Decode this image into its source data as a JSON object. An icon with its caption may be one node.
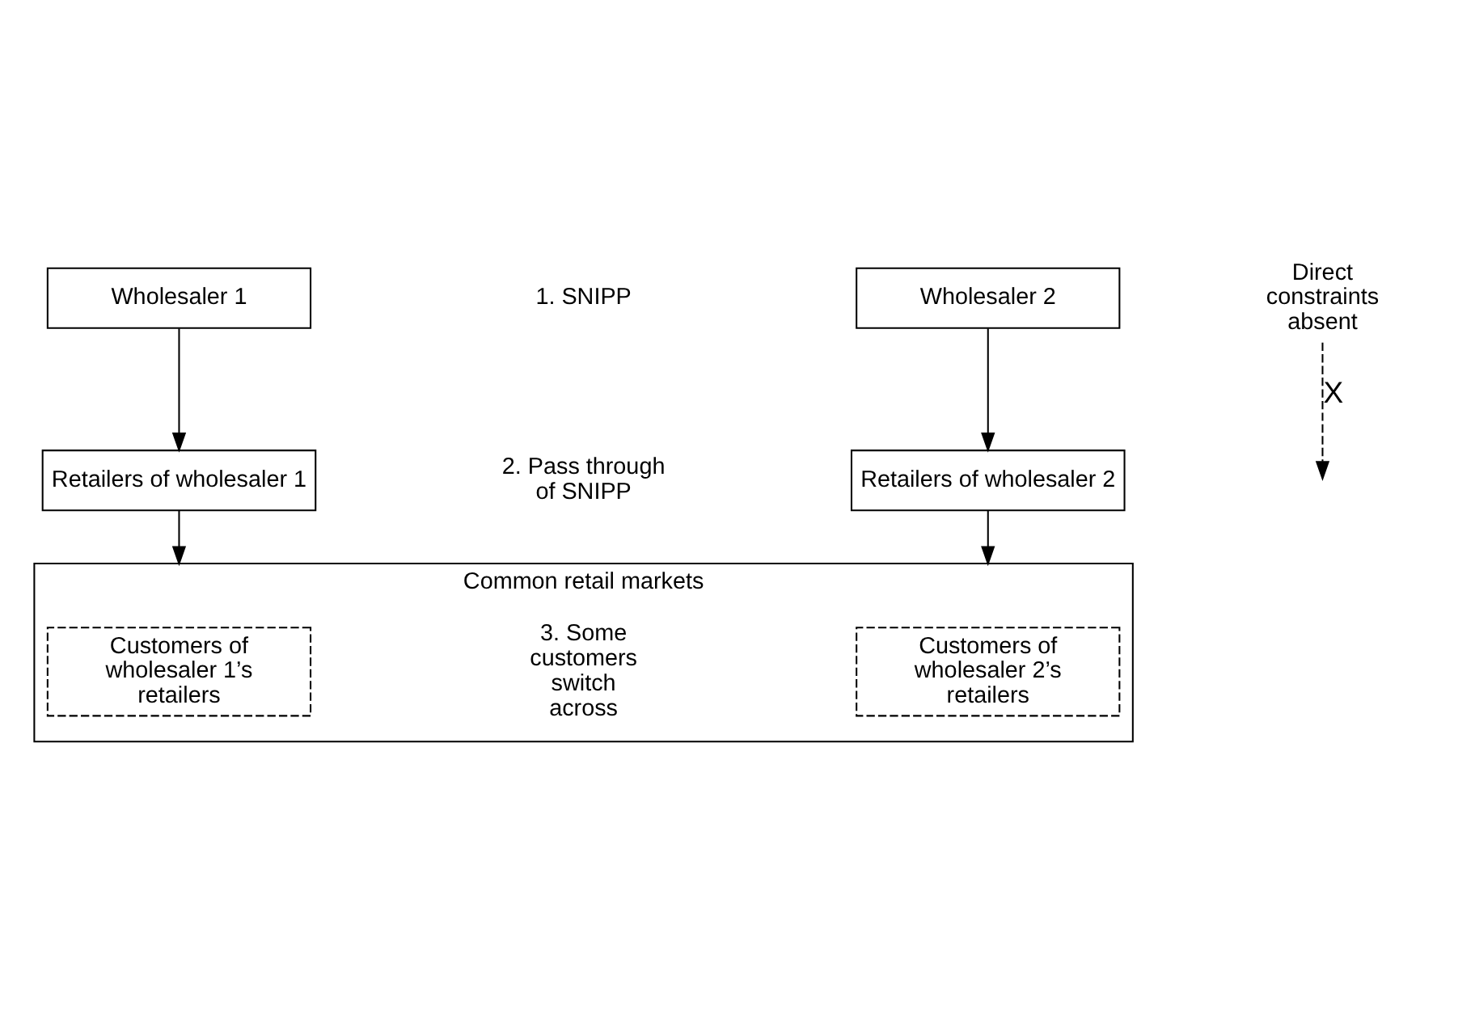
{
  "diagram": {
    "nodes": [
      {
        "text": [
          "Wholesaler 1"
        ]
      },
      {
        "text": [
          "Wholesaler 2"
        ]
      },
      {
        "text": [
          "Retailers of wholesaler 1"
        ]
      },
      {
        "text": [
          "Retailers of wholesaler 2"
        ]
      },
      {
        "text": [
          "Common retail markets"
        ]
      },
      {
        "text": [
          "Customers of wholesaler 1’s retailers"
        ],
        "in": 4
      },
      {
        "text": [
          "Customers of wholesaler 2’s retailers"
        ],
        "in": 4
      },
      {
        "text": [
          "Direct constraints absent"
        ]
      }
    ],
    "edges": [
      {
        "from": 0,
        "to": 2,
        "arrow": "to"
      },
      {
        "from": 1,
        "to": 3,
        "arrow": "to"
      },
      {
        "from": 2,
        "to": 4,
        "arrow": "to"
      },
      {
        "from": 3,
        "to": 4,
        "arrow": "to"
      },
      {
        "from": 7,
        "to": null,
        "arrow": "to",
        "style": "dashed",
        "label": "X"
      }
    ],
    "labels": [
      "1. SNIPP",
      "2. Pass through of SNIPP",
      "3. Some customers switch across"
    ]
  }
}
